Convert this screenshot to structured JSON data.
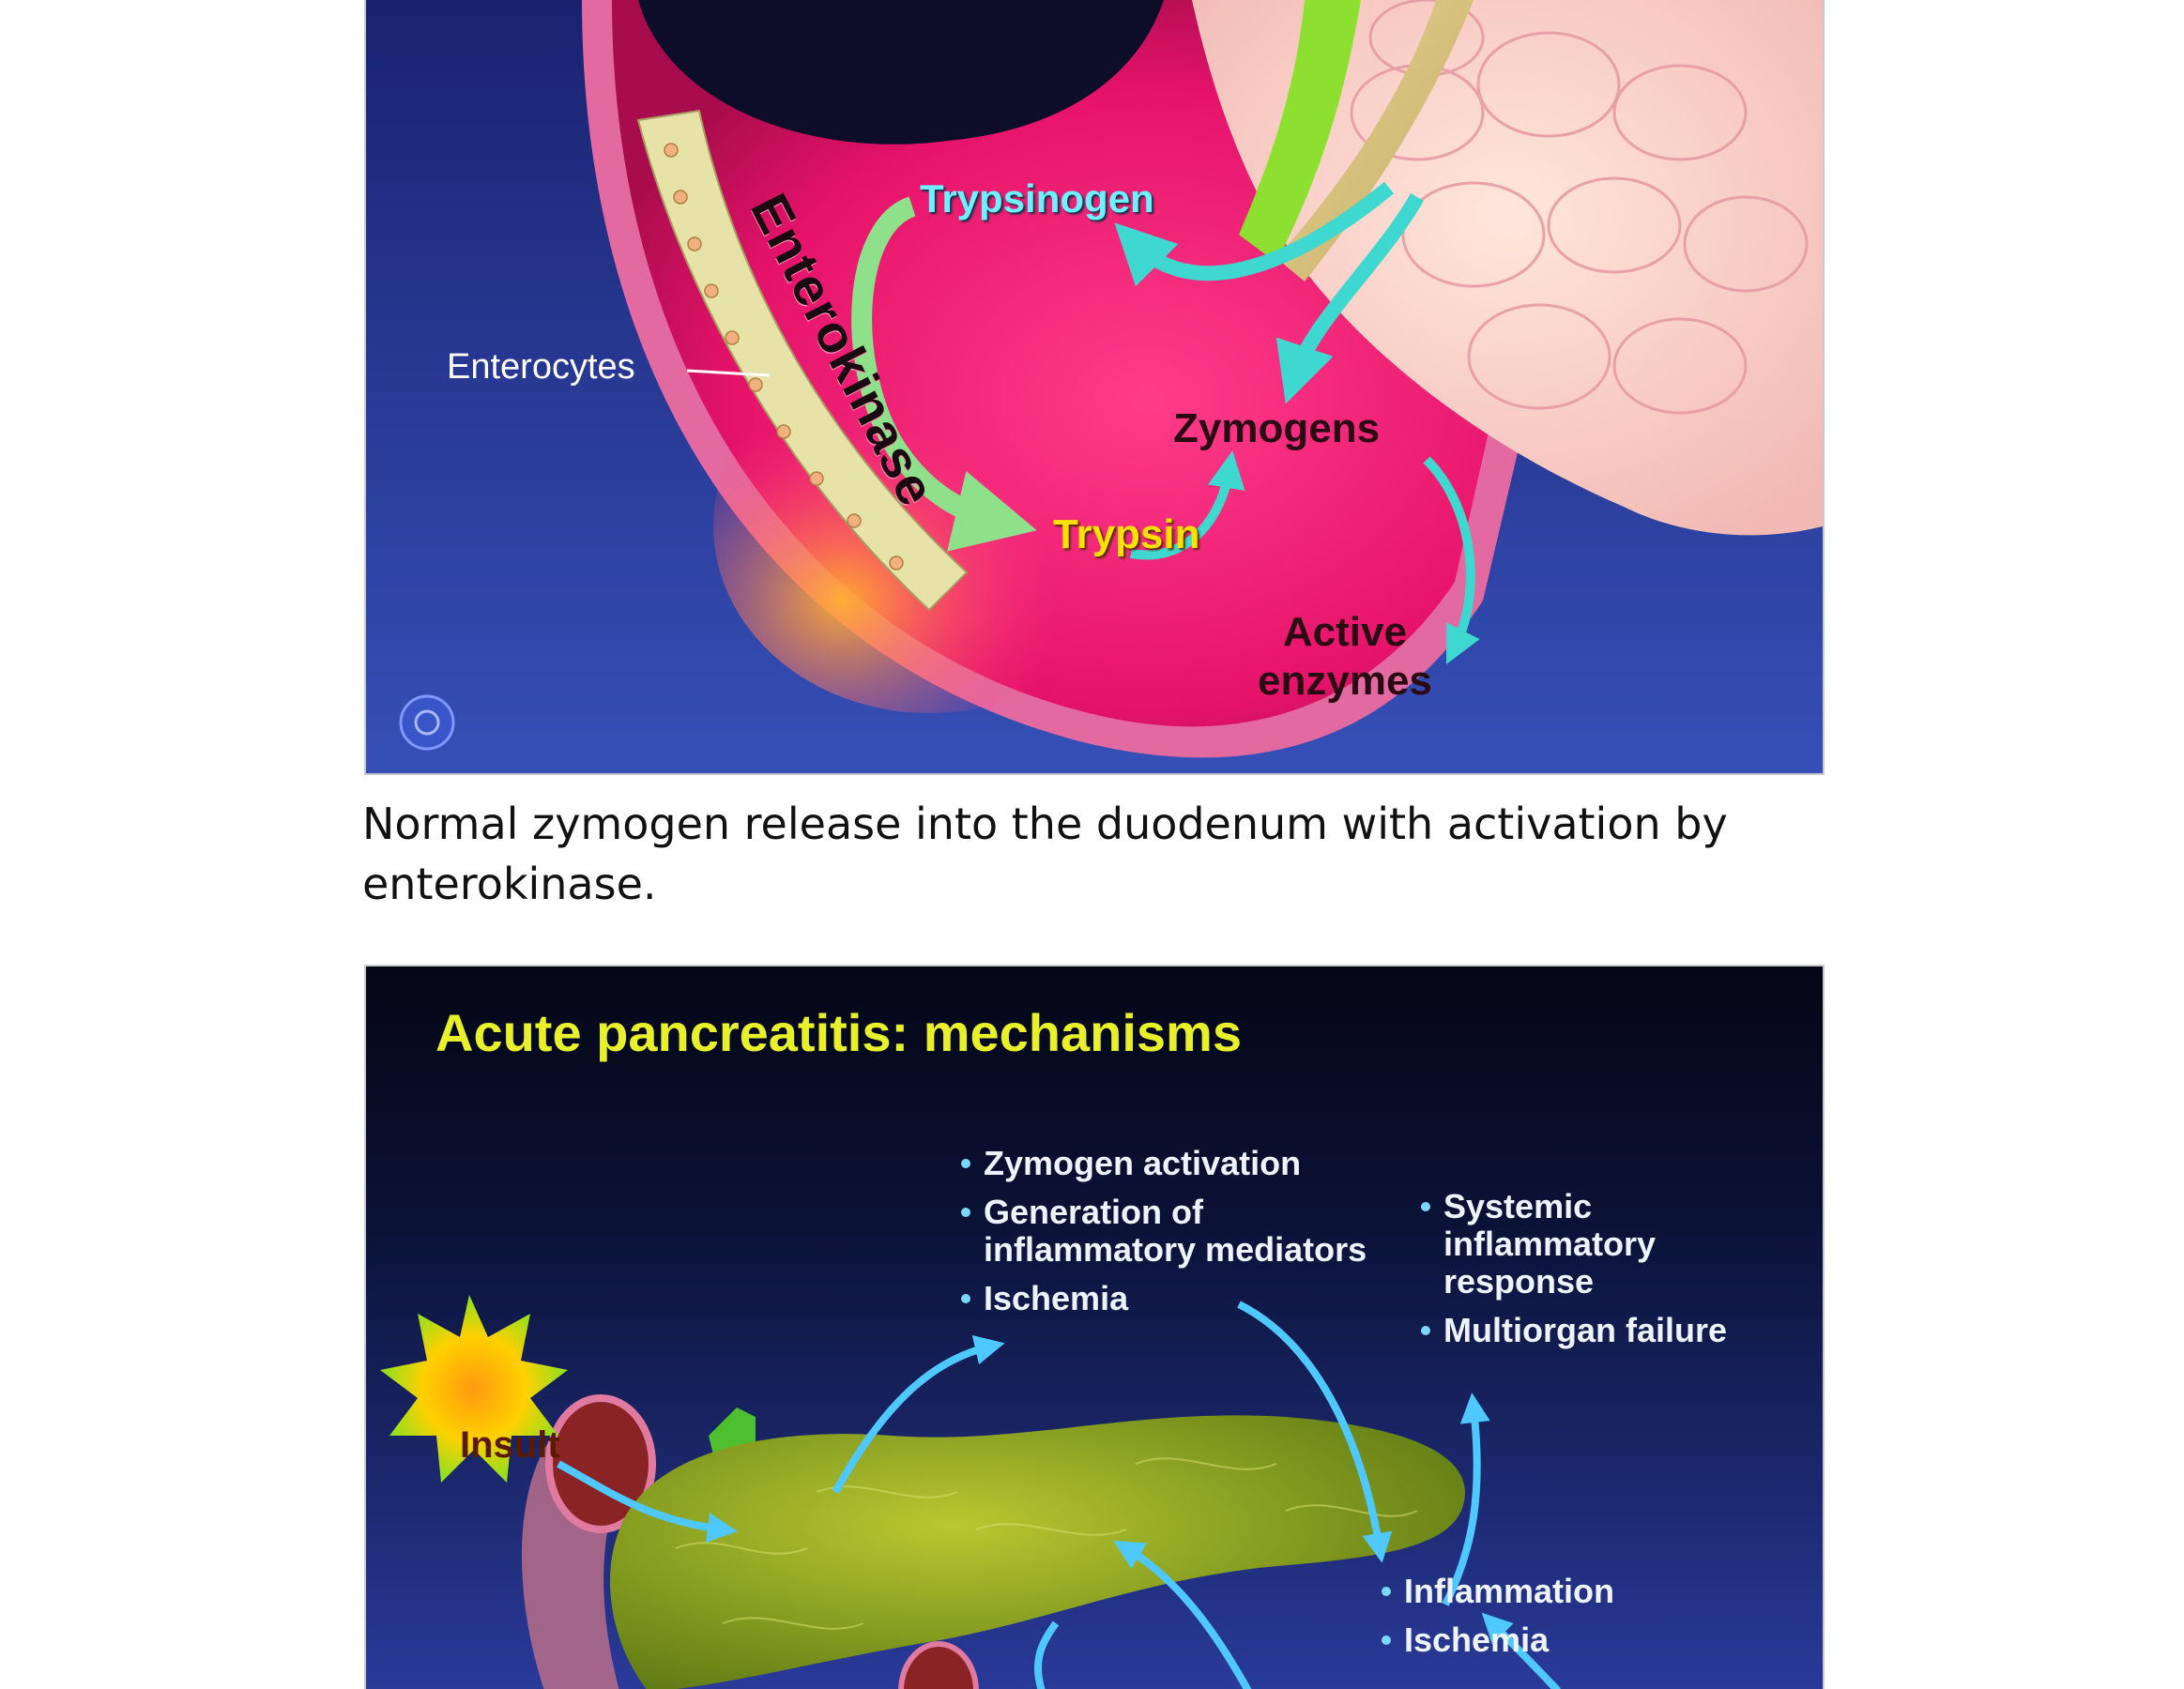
{
  "figure_top": {
    "labels": {
      "trypsinogen": "Trypsinogen",
      "enterokinase": "Enterokinase",
      "enterocytes": "Enterocytes",
      "zymogens": "Zymogens",
      "trypsin": "Trypsin",
      "active_line1": "Active",
      "active_line2": "enzymes"
    },
    "logo_icon": "publisher-logo-icon"
  },
  "caption": {
    "line1": "Normal zymogen release into the duodenum with activation by",
    "line2": "enterokinase."
  },
  "figure_bottom": {
    "title": "Acute pancreatitis: mechanisms",
    "insult": "Insult",
    "bullets_top": [
      "Zymogen activation",
      "Generation of inflammatory mediators",
      "Ischemia"
    ],
    "bullets_right": [
      "Systemic inflammatory response",
      "Multiorgan failure"
    ],
    "bullets_bottom": [
      "Inflammation",
      "Ischemia"
    ]
  },
  "colors": {
    "background_blue": "#2a3a9a",
    "duodenum_pink": "#e8186a",
    "arrow_cyan": "#3fd8d0",
    "title_yellow": "#e8f02a",
    "pancreas_green": "#8aa21a"
  }
}
